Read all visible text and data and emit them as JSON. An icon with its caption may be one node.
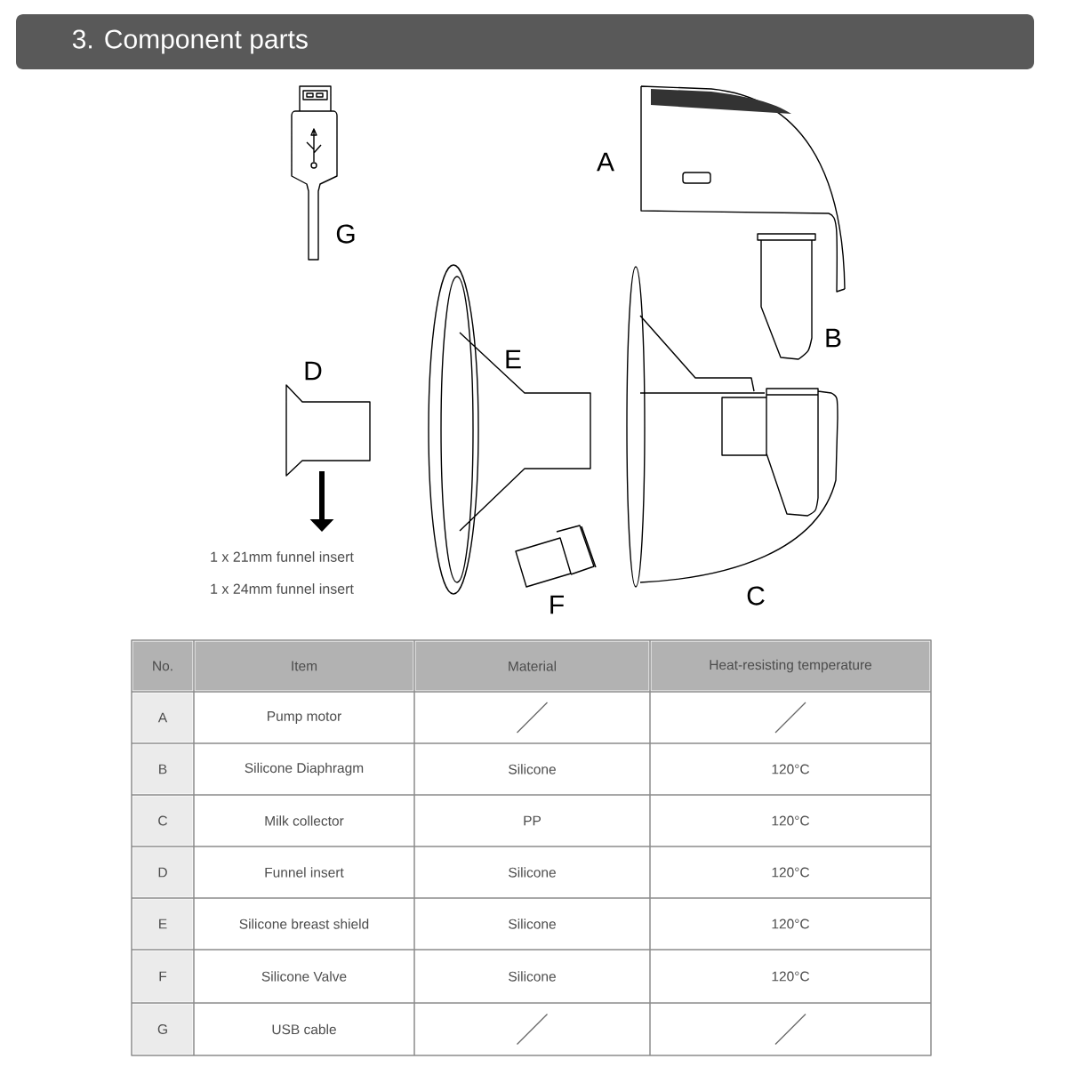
{
  "diagram": {
    "title": "3. Component parts",
    "labels": [
      "G",
      "A",
      "B",
      "D",
      "E",
      "1 x 21mm funnel insert",
      "1 x 24mm funnel insert",
      "F",
      "C",
      "No.",
      "Item",
      "Material",
      "Heat-resisting temperature",
      "A",
      "Pump motor",
      "B",
      "Silicone Diaphragm",
      "Silicone",
      "120°C",
      "C",
      "Milk collector",
      "PP",
      "120°C",
      "D",
      "Funnel insert",
      "Silicone",
      "120°C",
      "E",
      "Silicone breast shield",
      "Silicone",
      "120°C",
      "F",
      "Silicone Valve",
      "Silicone",
      "120°C",
      "G",
      "USB cable"
    ]
  }
}
